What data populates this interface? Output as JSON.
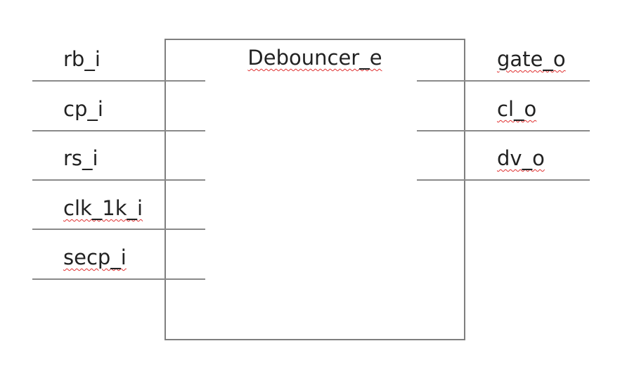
{
  "entity": {
    "name": "Debouncer_e"
  },
  "inputs": [
    {
      "label": "rb_i"
    },
    {
      "label": "cp_i"
    },
    {
      "label": "rs_i"
    },
    {
      "label": "clk_1k_i"
    },
    {
      "label": "secp_i"
    }
  ],
  "outputs": [
    {
      "label": "gate_o"
    },
    {
      "label": "cl_o"
    },
    {
      "label": "dv_o"
    }
  ]
}
